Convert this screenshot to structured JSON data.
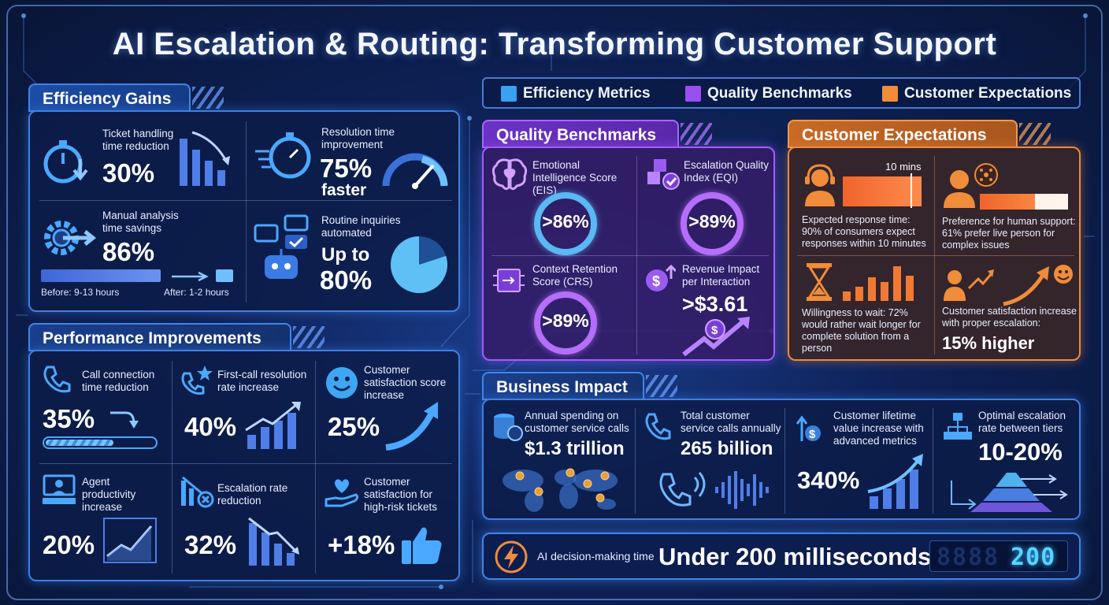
{
  "title": "AI Escalation & Routing: Transforming Customer Support",
  "colors": {
    "efficiency": "#3aa0f0",
    "quality": "#9a4ff0",
    "customer": "#f08c3a"
  },
  "legend": [
    {
      "label": "Efficiency Metrics",
      "color": "#3aa0f0"
    },
    {
      "label": "Quality Benchmarks",
      "color": "#9a4ff0"
    },
    {
      "label": "Customer Expectations",
      "color": "#f08c3a"
    }
  ],
  "efficiency": {
    "heading": "Efficiency Gains",
    "ticket": {
      "label": "Ticket handling time reduction",
      "value": "30%"
    },
    "resolution": {
      "label": "Resolution time improvement",
      "value": "75%",
      "suffix": "faster"
    },
    "manual": {
      "label": "Manual analysis time savings",
      "value": "86%",
      "before": "Before: 9-13 hours",
      "after": "After: 1-2 hours"
    },
    "routine": {
      "label": "Routine inquiries automated",
      "prefix": "Up to",
      "value": "80%",
      "share": 0.8
    }
  },
  "performance": {
    "heading": "Performance Improvements",
    "items": [
      {
        "label": "Call connection time reduction",
        "value": "35%",
        "icon": "phone-icon"
      },
      {
        "label": "First-call resolution rate increase",
        "value": "40%",
        "icon": "phone-star-icon"
      },
      {
        "label": "Customer satisfaction score increase",
        "value": "25%",
        "icon": "smiley-icon"
      },
      {
        "label": "Agent productivity increase",
        "value": "20%",
        "icon": "agent-desk-icon"
      },
      {
        "label": "Escalation rate reduction",
        "value": "32%",
        "icon": "chart-down-icon"
      },
      {
        "label": "Customer satisfaction for high-risk tickets",
        "value": "+18%",
        "icon": "heart-hand-icon"
      }
    ]
  },
  "quality": {
    "heading": "Quality Benchmarks",
    "eis": {
      "label": "Emotional Intelligence Score (EIS)",
      "value": ">86%"
    },
    "eqi": {
      "label": "Escalation Quality Index (EQI)",
      "value": ">89%"
    },
    "crs": {
      "label": "Context Retention Score (CRS)",
      "value": ">89%"
    },
    "revenue": {
      "label": "Revenue Impact per Interaction",
      "value": ">$3.61"
    }
  },
  "customer": {
    "heading": "Customer Expectations",
    "response": {
      "bar_label": "10 mins",
      "text": "Expected response time: 90% of consumers expect responses within 10 minutes"
    },
    "human": {
      "text": "Preference for human support: 61% prefer live person for complex issues"
    },
    "wait": {
      "text": "Willingness to wait: 72% would rather wait longer for complete solution from a person"
    },
    "satisfaction": {
      "text": "Customer satisfaction increase with proper escalation:",
      "value": "15% higher"
    }
  },
  "business": {
    "heading": "Business Impact",
    "spending": {
      "label": "Annual spending on customer service calls",
      "value": "$1.3 trillion"
    },
    "calls": {
      "label": "Total customer service calls annually",
      "value": "265 billion"
    },
    "lifetime": {
      "label": "Customer lifetime value increase with advanced metrics",
      "value": "340%"
    },
    "escalation": {
      "label": "Optimal escalation rate between tiers",
      "value": "10-20%"
    }
  },
  "banner": {
    "label": "AI decision-making time",
    "value": "Under 200 milliseconds",
    "display": "200"
  }
}
